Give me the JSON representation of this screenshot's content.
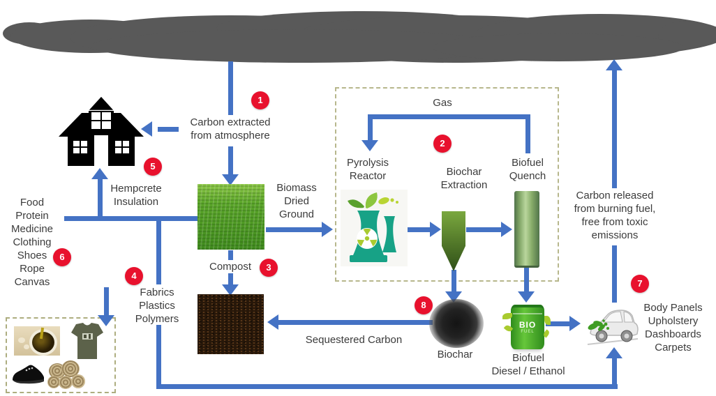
{
  "colors": {
    "arrow_blue": "#4472c4",
    "step_red": "#e8112d",
    "cloud_gray": "#595959",
    "ink": "#3b3b3b",
    "reactor_teal": "#17a286",
    "leaf_green": "#a9cb2f",
    "field_green": "#57a027",
    "soil_brown": "#271709",
    "funnel_green": "#587f2c",
    "barrel_green": "#3da021"
  },
  "steps": [
    "1",
    "2",
    "3",
    "4",
    "5",
    "6",
    "7",
    "8"
  ],
  "labels": {
    "carbon_extracted": "Carbon extracted\nfrom atmosphere",
    "hempcrete": "Hempcrete\nInsulation",
    "hemp_products": "Food\nProtein\nMedicine\nClothing\nShoes\nRope\nCanvas",
    "biomass": "Biomass\nDried\nGround",
    "compost": "Compost",
    "fabrics": "Fabrics\nPlastics\nPolymers",
    "gas": "Gas",
    "pyrolysis": "Pyrolysis\nReactor",
    "biochar_extraction": "Biochar\nExtraction",
    "biofuel_quench": "Biofuel\nQuench",
    "carbon_released": "Carbon released\nfrom burning fuel,\nfree from toxic\nemissions",
    "sequestered_carbon": "Sequestered Carbon",
    "biochar": "Biochar",
    "biofuel": "Biofuel\nDiesel / Ethanol",
    "car_products": "Body Panels\nUpholstery\nDashboards\nCarpets",
    "bio_barrel_line1": "BIO",
    "bio_barrel_line2": "FUEL"
  },
  "icons": {
    "cloud": "atmosphere-smoke-cloud",
    "house": "black-house",
    "field": "hemp-field-photo",
    "soil": "compost-soil-photo",
    "reactor": "green-cooling-tower-with-leaves-and-radiation-symbol",
    "funnel": "green-extraction-funnel",
    "cylinder": "green-quench-cylinder",
    "biochar": "black-char-powder-pile-photo",
    "barrel": "green-bio-fuel-drum-with-leaves",
    "car": "white-car-with-green-leaves",
    "product_photos": [
      "hemp-oil-bowl",
      "olive-tshirt",
      "black-shoe",
      "hemp-rope-coils"
    ]
  }
}
